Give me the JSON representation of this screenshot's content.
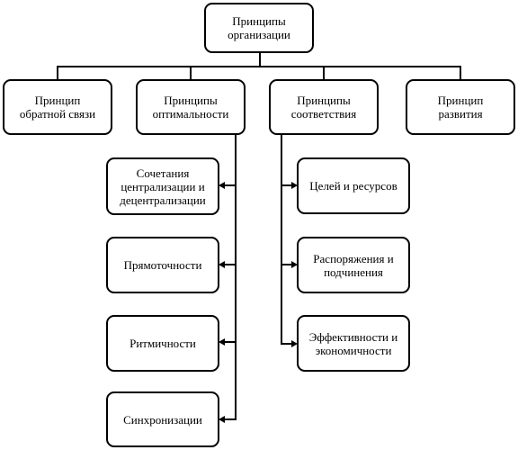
{
  "diagram": {
    "root": "Принципы\nорганизации",
    "level1": [
      "Принцип\nобратной связи",
      "Принципы\nоптимальности",
      "Принципы\nсоответствия",
      "Принцип\nразвития"
    ],
    "optimality_children": [
      "Сочетания\nцентрализации и\nдецентрализации",
      "Прямоточности",
      "Ритмичности",
      "Синхронизации"
    ],
    "correspondence_children": [
      "Целей и ресурсов",
      "Распоряжения и\nподчинения",
      "Эффективности и\nэкономичности"
    ]
  }
}
